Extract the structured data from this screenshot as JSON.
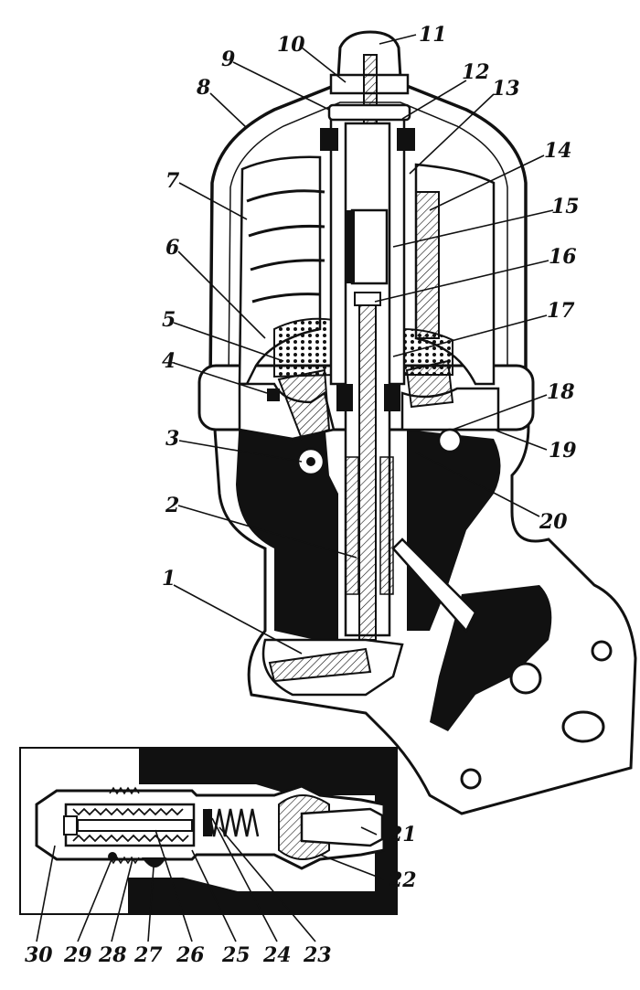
{
  "diagram": {
    "callouts": [
      {
        "id": "c1",
        "label": "1"
      },
      {
        "id": "c2",
        "label": "2"
      },
      {
        "id": "c3",
        "label": "3"
      },
      {
        "id": "c4",
        "label": "4"
      },
      {
        "id": "c5",
        "label": "5"
      },
      {
        "id": "c6",
        "label": "6"
      },
      {
        "id": "c7",
        "label": "7"
      },
      {
        "id": "c8",
        "label": "8"
      },
      {
        "id": "c9",
        "label": "9"
      },
      {
        "id": "c10",
        "label": "10"
      },
      {
        "id": "c11",
        "label": "11"
      },
      {
        "id": "c12",
        "label": "12"
      },
      {
        "id": "c13",
        "label": "13"
      },
      {
        "id": "c14",
        "label": "14"
      },
      {
        "id": "c15",
        "label": "15"
      },
      {
        "id": "c16",
        "label": "16"
      },
      {
        "id": "c17",
        "label": "17"
      },
      {
        "id": "c18",
        "label": "18"
      },
      {
        "id": "c19",
        "label": "19"
      },
      {
        "id": "c20",
        "label": "20"
      },
      {
        "id": "c21",
        "label": "21"
      },
      {
        "id": "c22",
        "label": "22"
      },
      {
        "id": "c23",
        "label": "23"
      },
      {
        "id": "c24",
        "label": "24"
      },
      {
        "id": "c25",
        "label": "25"
      },
      {
        "id": "c26",
        "label": "26"
      },
      {
        "id": "c27",
        "label": "27"
      },
      {
        "id": "c28",
        "label": "28"
      },
      {
        "id": "c29",
        "label": "29"
      },
      {
        "id": "c30",
        "label": "30"
      }
    ],
    "colors": {
      "ink": "#111111",
      "paper": "#ffffff",
      "gray": "#cfcfcf"
    }
  }
}
